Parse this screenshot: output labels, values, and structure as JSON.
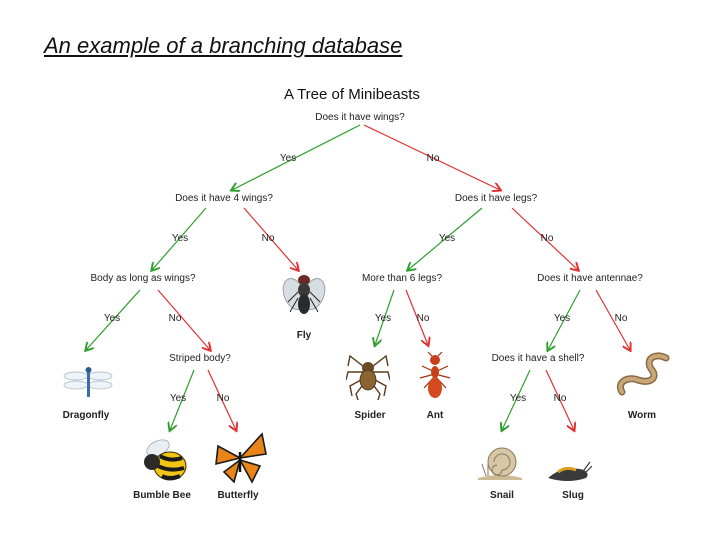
{
  "slide": {
    "title": "An example of a branching database"
  },
  "diagram": {
    "title": "A Tree of Minibeasts",
    "questions": {
      "q_wings": "Does it have wings?",
      "q_four_wings": "Does it have 4 wings?",
      "q_legs": "Does it have legs?",
      "q_body_long": "Body as long as wings?",
      "q_more_six": "More than 6 legs?",
      "q_antennae": "Does it have antennae?",
      "q_striped": "Striped body?",
      "q_shell": "Does it have a shell?"
    },
    "answers": {
      "yes": "Yes",
      "no": "No"
    },
    "animals": {
      "fly": "Fly",
      "dragonfly": "Dragonfly",
      "spider": "Spider",
      "ant": "Ant",
      "worm": "Worm",
      "bumble_bee": "Bumble Bee",
      "butterfly": "Butterfly",
      "snail": "Snail",
      "slug": "Slug"
    },
    "colors": {
      "yes_arrow": "#2e9e2e",
      "no_arrow": "#e03030"
    }
  }
}
